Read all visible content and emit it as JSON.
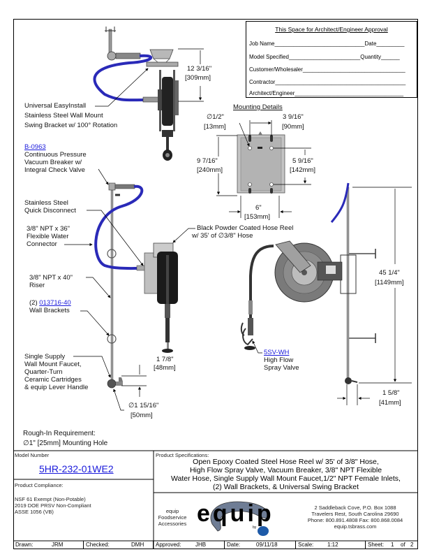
{
  "approval": {
    "title": "This Space for Architect/Engineer Approval",
    "rows": [
      "Job Name_____________________________Date_________",
      "Model Specified_______________________Quantity______",
      "Customer/Wholesaler_________________________________",
      "Contractor__________________________________________",
      "Architect/Engineer___________________________________"
    ]
  },
  "callouts": {
    "swing_bracket": [
      "Universal EasyInstall",
      "Stainless Steel Wall Mount",
      "Swing Bracket w/ 100° Rotation"
    ],
    "vacuum_breaker_link": "B-0963",
    "vacuum_breaker": [
      "Continuous Pressure",
      "Vacuum Breaker w/",
      "Integral Check Valve"
    ],
    "quick_disconnect": [
      "Stainless Steel",
      "Quick Disconnect"
    ],
    "flex_connector": [
      "3/8\" NPT x 36\"",
      "Flexible Water",
      "Connector"
    ],
    "riser": [
      "3/8\" NPT x 40\"",
      "Riser"
    ],
    "wall_brackets_qty": "(2)",
    "wall_brackets_link": "013716-40",
    "wall_brackets": "Wall Brackets",
    "faucet": [
      "Single Supply",
      "Wall Mount Faucet,",
      "Quarter-Turn",
      "Ceramic Cartridges",
      "& equip Lever Handle"
    ],
    "hose_reel": [
      "Black Powder Coated Hose Reel",
      "w/ 35' of ∅3/8\" Hose"
    ],
    "spray_valve_link": "5SV-WH",
    "spray_valve": [
      "High Flow",
      "Spray Valve"
    ],
    "rough_in": [
      "Rough-In Requirement:",
      "∅1\" [25mm] Mounting Hole"
    ]
  },
  "mounting_details": {
    "title": "Mounting Details",
    "hole_dia": [
      "∅1/2\"",
      "[13mm]"
    ],
    "hole_spacing_w": [
      "3 9/16\"",
      "[90mm]"
    ],
    "plate_h": [
      "9 7/16\"",
      "[240mm]"
    ],
    "hole_spacing_h": [
      "5 9/16\"",
      "[142mm]"
    ],
    "plate_w": [
      "6\"",
      "[153mm]"
    ]
  },
  "dimensions": {
    "bracket_height": [
      "12 3/16\"",
      "[309mm]"
    ],
    "overall_height": [
      "45 1/4\"",
      "[1149mm]"
    ],
    "faucet_height": [
      "1 7/8\"",
      "[48mm]"
    ],
    "faucet_dia": [
      "∅1 15/16\"",
      "[50mm]"
    ],
    "faucet_offset": [
      "1 5/8\"",
      "[41mm]"
    ]
  },
  "title_block": {
    "model_label": "Model Number",
    "model_number": "5HR-232-01WE2",
    "compliance_label": "Product Compliance:",
    "compliance": [
      "NSF 61 Exempt (Non-Potable)",
      "2019 DOE PRSV Non-Compliant",
      "ASSE 1056 (VB)"
    ],
    "specs_label": "Product Specifications:",
    "specs": [
      "Open Epoxy Coated Steel Hose Reel w/ 35' of 3/8\" Hose,",
      "High Flow Spray Valve, Vacuum Breaker, 3/8\" NPT Flexible",
      "Water Hose, Single Supply Wall Mount Faucet,1/2\" NPT Female Inlets,",
      "(2) Wall Brackets, & Universal Swing Bracket"
    ],
    "brand_tag": [
      "equip",
      "Foodservice",
      "Accessories"
    ],
    "logo": "equip",
    "logo_by": "by",
    "address": [
      "2 Saddleback Cove, P.O. Box 1088",
      "Travelers Rest, South Carolina 29690",
      "Phone: 800.891.4808  Fax: 800.868.0084",
      "equip.tsbrass.com"
    ],
    "footer": {
      "drawn_label": "Drawn:",
      "drawn": "JRM",
      "checked_label": "Checked:",
      "checked": "DMH",
      "approved_label": "Approved:",
      "approved": "JHB",
      "date_label": "Date:",
      "date": "09/11/18",
      "scale_label": "Scale:",
      "scale": "1:12",
      "sheet_label": "Sheet:",
      "sheet": "1",
      "of_label": "of",
      "sheets": "2"
    }
  },
  "colors": {
    "hose_blue": "#2a2ab8",
    "link_blue": "#1a1adb",
    "steel": "#9a9a9a",
    "plate": "#bdbdbd"
  }
}
